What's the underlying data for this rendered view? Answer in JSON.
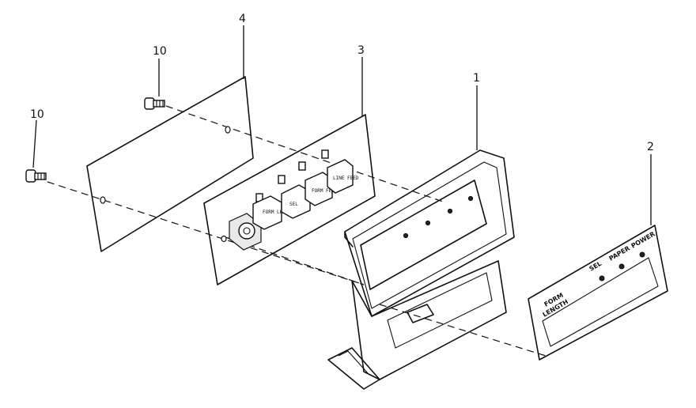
{
  "callouts": {
    "screw_top": "10",
    "screw_left": "10",
    "back_plate": "4",
    "circuit_board": "3",
    "front_bezel": "1",
    "overlay_label": "2"
  },
  "panel_overlay": {
    "form": "FORM",
    "length": "LENGTH",
    "sel": "SEL",
    "paper": "PAPER",
    "power": "POWER"
  },
  "board_buttons": {
    "b1": "FORM LEN",
    "b2": "SEL",
    "b3": "FORM FEED",
    "b4": "LINE FEED"
  }
}
